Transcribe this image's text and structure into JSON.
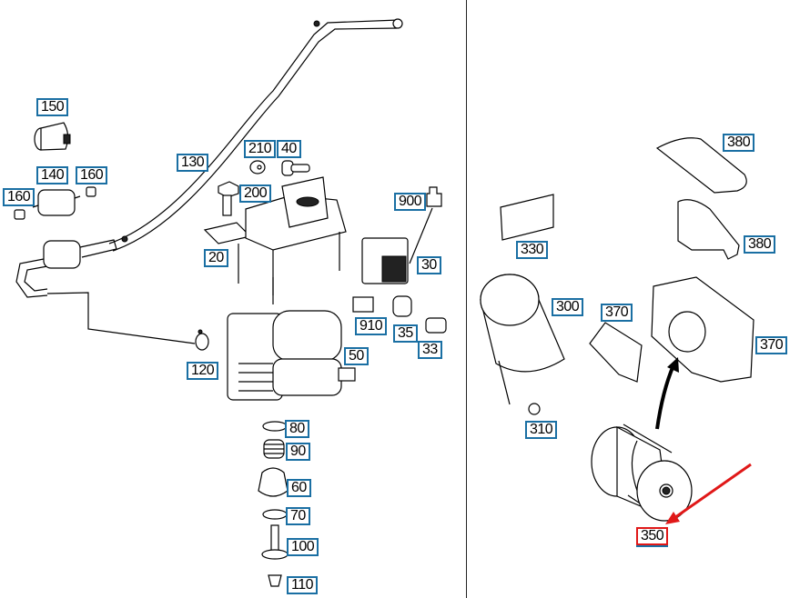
{
  "diagram": {
    "title": "",
    "highlight_color": "#e01818",
    "label_border_color": "#1a6fa3",
    "highlighted_part": "350",
    "labels": [
      {
        "id": "150",
        "text": "150"
      },
      {
        "id": "130",
        "text": "130"
      },
      {
        "id": "210",
        "text": "210"
      },
      {
        "id": "40",
        "text": "40"
      },
      {
        "id": "140",
        "text": "140"
      },
      {
        "id": "160a",
        "text": "160"
      },
      {
        "id": "160b",
        "text": "160"
      },
      {
        "id": "200",
        "text": "200"
      },
      {
        "id": "900",
        "text": "900"
      },
      {
        "id": "20",
        "text": "20"
      },
      {
        "id": "30",
        "text": "30"
      },
      {
        "id": "910",
        "text": "910"
      },
      {
        "id": "35",
        "text": "35"
      },
      {
        "id": "33",
        "text": "33"
      },
      {
        "id": "120",
        "text": "120"
      },
      {
        "id": "50",
        "text": "50"
      },
      {
        "id": "80",
        "text": "80"
      },
      {
        "id": "90",
        "text": "90"
      },
      {
        "id": "60",
        "text": "60"
      },
      {
        "id": "70",
        "text": "70"
      },
      {
        "id": "100",
        "text": "100"
      },
      {
        "id": "110",
        "text": "110"
      },
      {
        "id": "380a",
        "text": "380"
      },
      {
        "id": "380b",
        "text": "380"
      },
      {
        "id": "330",
        "text": "330"
      },
      {
        "id": "300",
        "text": "300"
      },
      {
        "id": "370a",
        "text": "370"
      },
      {
        "id": "370b",
        "text": "370"
      },
      {
        "id": "310",
        "text": "310"
      },
      {
        "id": "350",
        "text": "350"
      }
    ]
  }
}
